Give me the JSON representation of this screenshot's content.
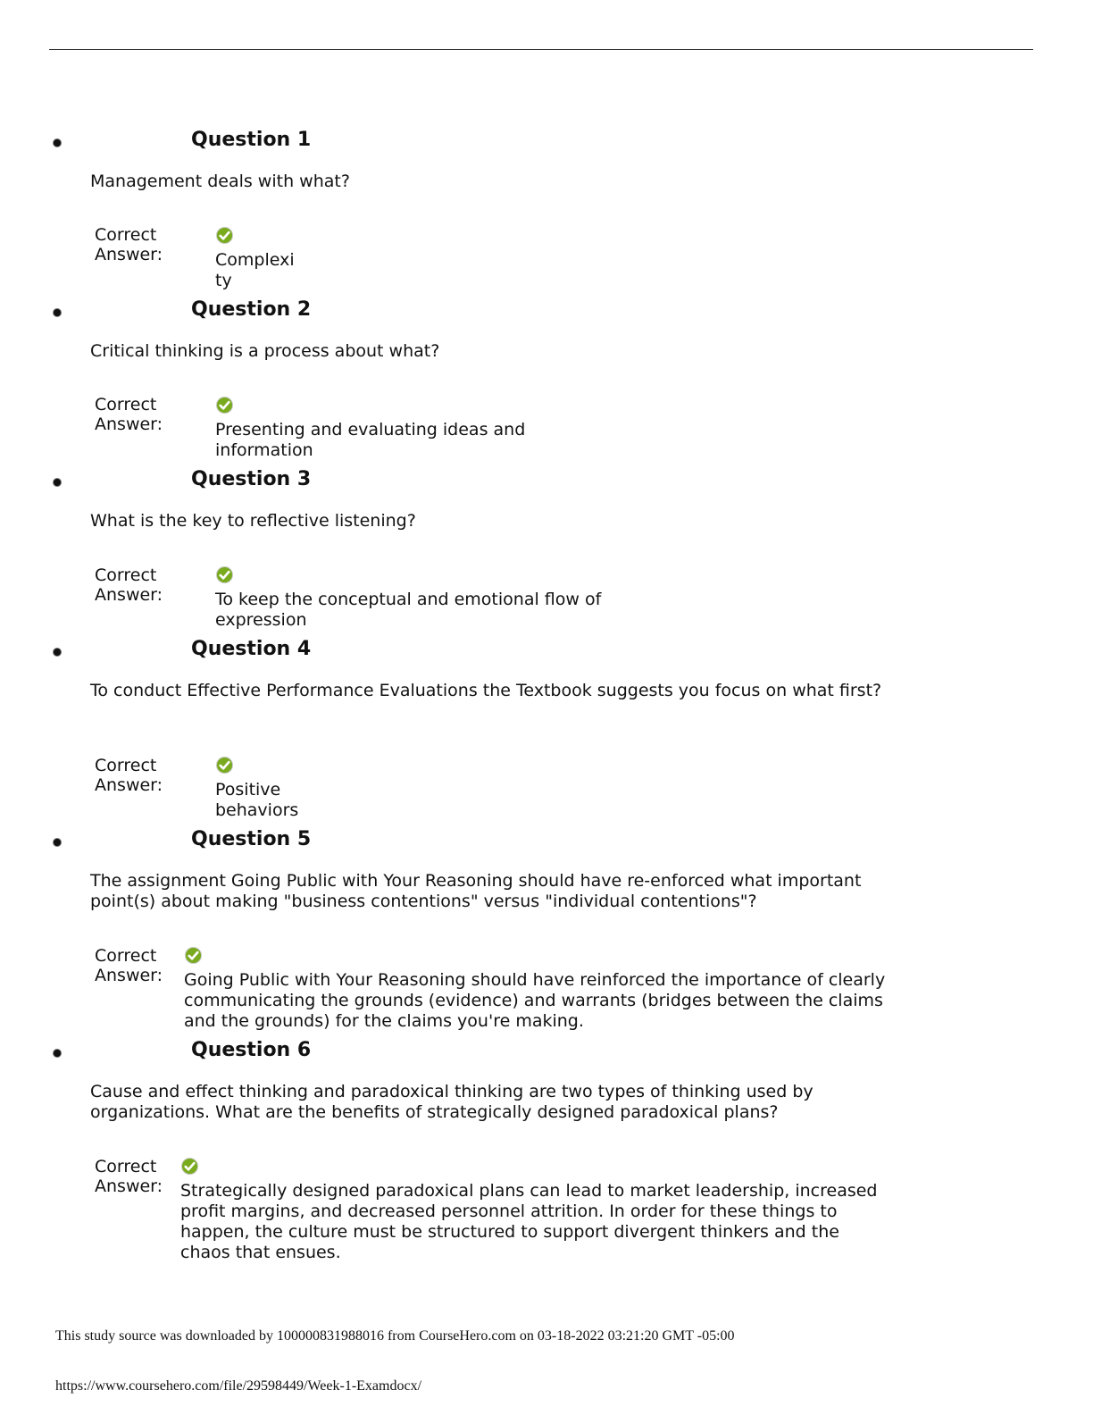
{
  "questions": [
    {
      "title": "Question 1",
      "text": "Management deals with what?",
      "label": "Correct Answer:",
      "answer": "Complexity"
    },
    {
      "title": "Question 2",
      "text": "Critical thinking is a process about what?",
      "label": "Correct Answer:",
      "answer": "Presenting and evaluating ideas and information"
    },
    {
      "title": "Question 3",
      "text": "What is the key to reflective listening?",
      "label": "Correct Answer:",
      "answer": "To keep the conceptual and emotional flow of expression"
    },
    {
      "title": "Question 4",
      "text": "To conduct Effective Performance Evaluations the Textbook suggests you focus on what first?",
      "label": "Correct Answer:",
      "answer": "Positive behaviors"
    },
    {
      "title": "Question 5",
      "text": "The assignment Going Public with Your Reasoning should have re-enforced what important point(s) about making \"business contentions\" versus \"individual contentions\"?",
      "label": "Correct Answer:",
      "answer": "Going Public with Your Reasoning should have reinforced the importance of clearly communicating the grounds (evidence) and warrants (bridges between the claims and the grounds) for the claims you're making."
    },
    {
      "title": "Question 6",
      "text": "Cause and effect thinking and paradoxical thinking are two types of thinking used by organizations. What are the benefits of strategically designed paradoxical plans?",
      "label": "Correct Answer:",
      "answer": "Strategically designed paradoxical plans can lead to market leadership, increased profit margins, and decreased personnel attrition. In order for these things to happen, the culture must be structured to support divergent thinkers and the chaos that ensues."
    }
  ],
  "icons": {
    "correct": "check-circle-icon",
    "bullet": "bullet-icon"
  },
  "colors": {
    "check": "#7aab1f"
  },
  "footer": {
    "download_note": "This study source was downloaded by 100000831988016 from CourseHero.com on 03-18-2022 03:21:20 GMT -05:00",
    "url": "https://www.coursehero.com/file/29598449/Week-1-Examdocx/"
  }
}
